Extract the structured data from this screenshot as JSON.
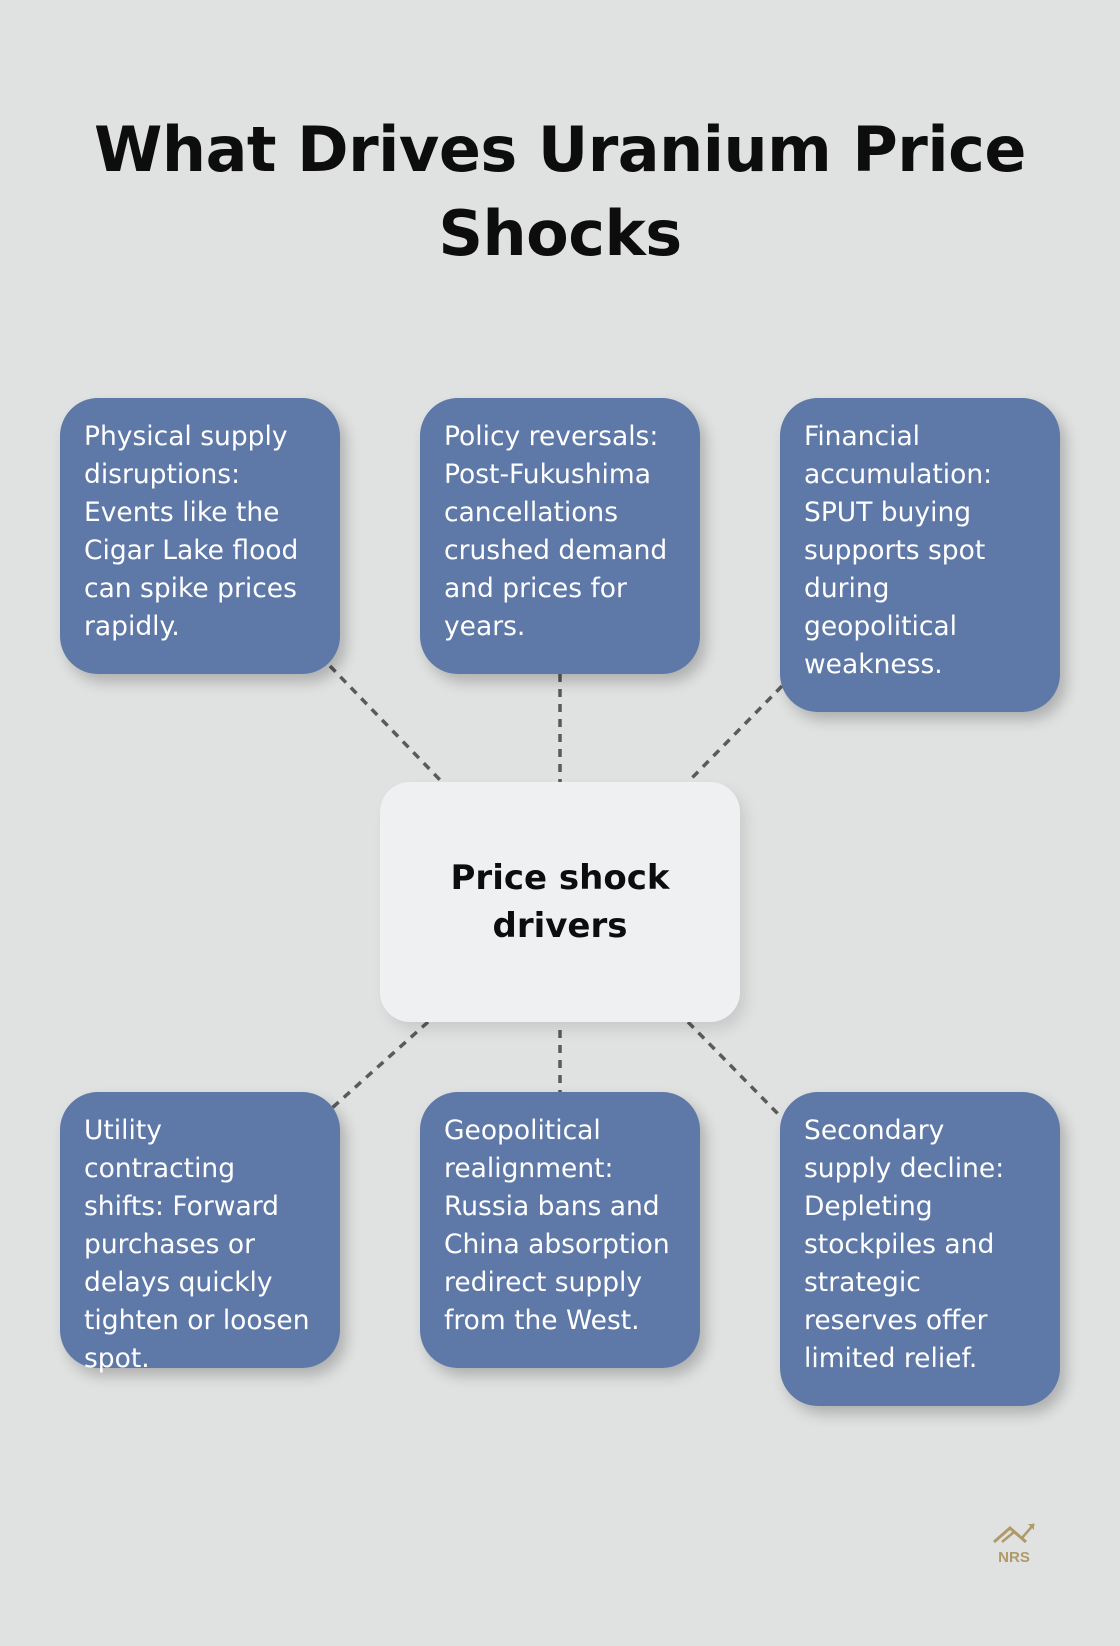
{
  "title": "What Drives Uranium Price Shocks",
  "center": {
    "label": "Price shock drivers"
  },
  "drivers": [
    {
      "text": "Physical supply disruptions: Events like the Cigar Lake flood can spike prices rapidly."
    },
    {
      "text": "Policy reversals: Post-Fukushima cancellations crushed demand and prices for years."
    },
    {
      "text": "Financial accumulation: SPUT buying supports spot during geopolitical weakness."
    },
    {
      "text": "Utility contracting shifts: Forward purchases or delays quickly tighten or loosen spot."
    },
    {
      "text": "Geopolitical realignment: Russia bans and China absorption redirect supply from the West."
    },
    {
      "text": "Secondary supply decline: Depleting stockpiles and strategic reserves offer limited relief."
    }
  ],
  "logo": {
    "text": "NRS",
    "icon": "house-chart-logo-icon",
    "color": "#b09a6a"
  },
  "colors": {
    "background": "#e0e2e1",
    "card": "#5e78a8",
    "center_card": "#eff0f2",
    "connector": "#5a5a5a"
  }
}
